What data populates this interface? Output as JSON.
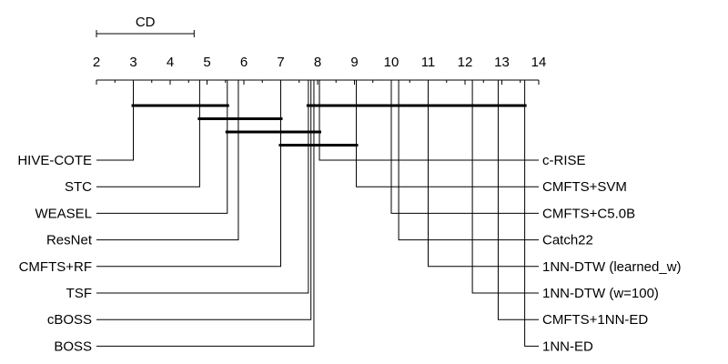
{
  "cd_label": "CD",
  "cd_value": 2.65,
  "axis": {
    "min": 2,
    "max": 14,
    "ticks": [
      2,
      3,
      4,
      5,
      6,
      7,
      8,
      9,
      10,
      11,
      12,
      13,
      14
    ]
  },
  "left_methods": [
    {
      "name": "HIVE-COTE",
      "rank": 3.0
    },
    {
      "name": "STC",
      "rank": 4.8
    },
    {
      "name": "WEASEL",
      "rank": 5.55
    },
    {
      "name": "ResNet",
      "rank": 5.85
    },
    {
      "name": "CMFTS+RF",
      "rank": 7.0
    },
    {
      "name": "TSF",
      "rank": 7.75
    },
    {
      "name": "cBOSS",
      "rank": 7.82
    },
    {
      "name": "BOSS",
      "rank": 7.9
    }
  ],
  "right_methods": [
    {
      "name": "c-RISE",
      "rank": 8.05
    },
    {
      "name": "CMFTS+SVM",
      "rank": 9.05
    },
    {
      "name": "CMFTS+C5.0B",
      "rank": 10.0
    },
    {
      "name": "Catch22",
      "rank": 10.2
    },
    {
      "name": "1NN-DTW (learned_w)",
      "rank": 11.0
    },
    {
      "name": "1NN-DTW (w=100)",
      "rank": 12.2
    },
    {
      "name": "CMFTS+1NN-ED",
      "rank": 12.9
    },
    {
      "name": "1NN-ED",
      "rank": 13.62
    }
  ],
  "cliques": [
    {
      "from": 3.0,
      "to": 5.55
    },
    {
      "from": 4.8,
      "to": 7.0
    },
    {
      "from": 5.55,
      "to": 8.05
    },
    {
      "from": 7.0,
      "to": 9.05
    },
    {
      "from": 7.75,
      "to": 13.62
    }
  ]
}
